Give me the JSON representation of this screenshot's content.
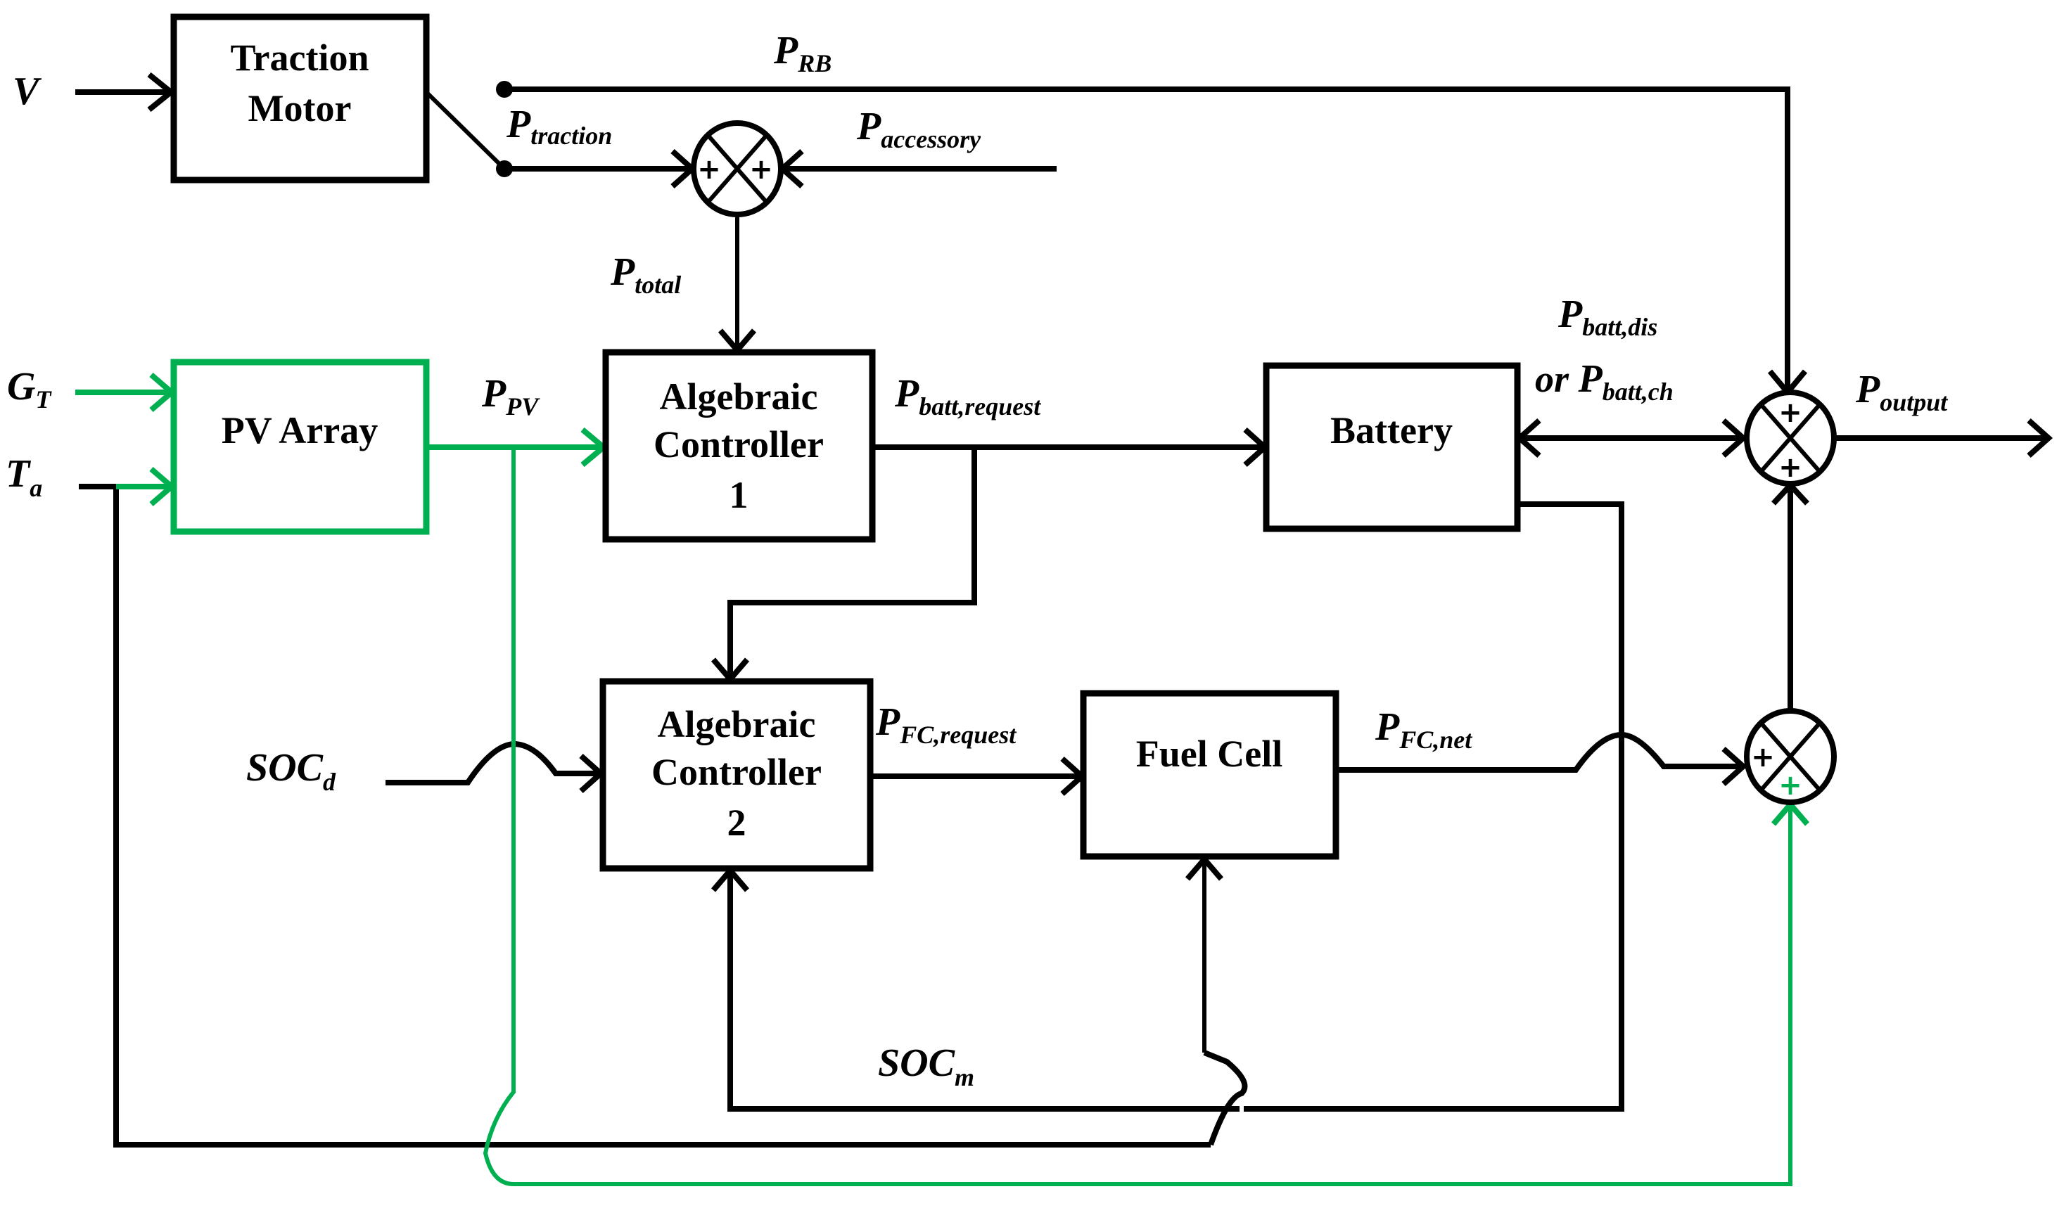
{
  "diagram": {
    "colors": {
      "line": "#000000",
      "pv_path": "#00b050",
      "background": "#ffffff"
    },
    "blocks": {
      "traction_motor": {
        "line1": "Traction",
        "line2": "Motor"
      },
      "pv_array": {
        "label": "PV Array"
      },
      "algebraic_controller_1": {
        "line1": "Algebraic",
        "line2": "Controller",
        "line3": "1"
      },
      "algebraic_controller_2": {
        "line1": "Algebraic",
        "line2": "Controller",
        "line3": "2"
      },
      "battery": {
        "label": "Battery"
      },
      "fuel_cell": {
        "label": "Fuel Cell"
      }
    },
    "inputs": {
      "v": {
        "main": "V",
        "sub": ""
      },
      "gt": {
        "main": "G",
        "sub": "T"
      },
      "ta": {
        "main": "T",
        "sub": "a"
      },
      "soc_d": {
        "main": "SOC",
        "sub": "d"
      }
    },
    "signals": {
      "p_rb": {
        "main": "P",
        "sub": "RB"
      },
      "p_traction": {
        "main": "P",
        "sub": "traction"
      },
      "p_accessory": {
        "main": "P",
        "sub": "accessory"
      },
      "p_total": {
        "main": "P",
        "sub": "total"
      },
      "p_pv": {
        "main": "P",
        "sub": "PV"
      },
      "p_batt_request": {
        "main": "P",
        "sub": "batt,request"
      },
      "p_batt_dis": {
        "main": "P",
        "sub": "batt,dis"
      },
      "p_batt_ch": {
        "prefix": "or ",
        "main": "P",
        "sub": "batt,ch"
      },
      "p_output": {
        "main": "P",
        "sub": "output"
      },
      "p_fc_request": {
        "main": "P",
        "sub": "FC,request"
      },
      "p_fc_net": {
        "main": "P",
        "sub": "FC,net"
      },
      "soc_m": {
        "main": "SOC",
        "sub": "m"
      }
    },
    "summing_junctions": {
      "sum_total": {
        "left_sign": "+",
        "right_sign": "+"
      },
      "sum_output": {
        "top_sign": "+",
        "bottom_sign": "+"
      },
      "sum_fc_pv": {
        "left_sign": "+",
        "bottom_sign": "+"
      }
    }
  }
}
